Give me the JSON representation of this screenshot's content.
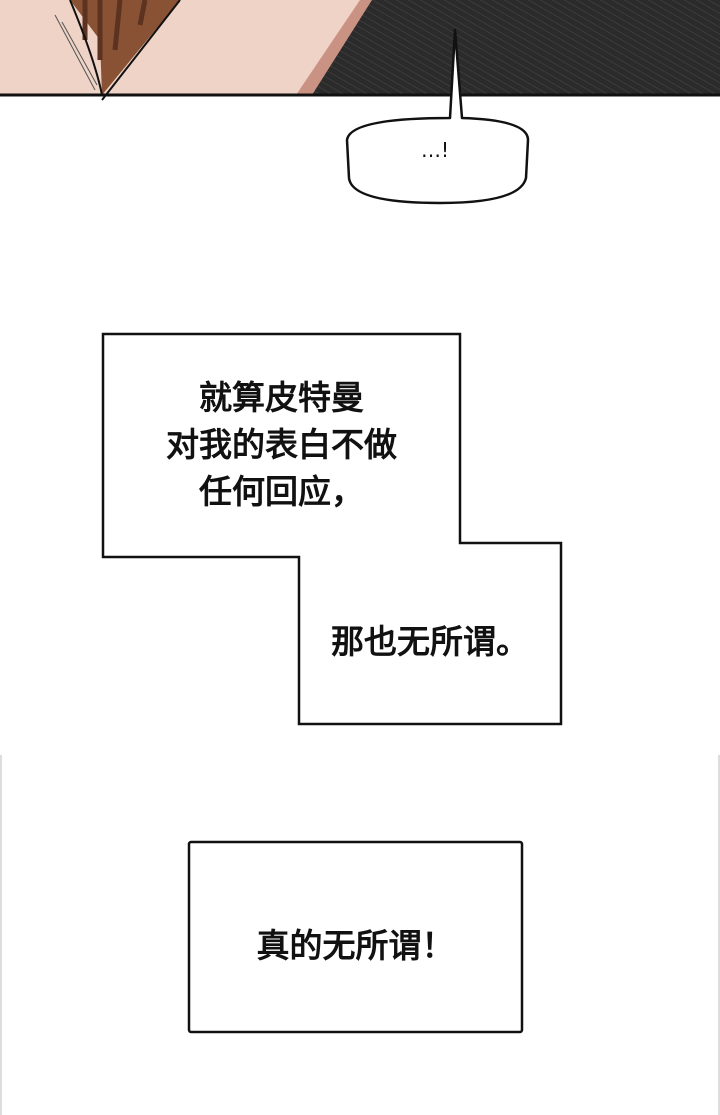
{
  "panel_top": {
    "bubble_text": "…!"
  },
  "caption_1": {
    "lines": [
      "就算皮特曼",
      "对我的表白不做",
      "任何回应，"
    ],
    "continuation": "那也无所谓。"
  },
  "caption_2": {
    "text": "真的无所谓！"
  },
  "colors": {
    "skin": "#eed3c6",
    "skin_edge": "#c99283",
    "hair": "#8a5234",
    "dark": "#2b2b2b",
    "ink": "#111111"
  }
}
